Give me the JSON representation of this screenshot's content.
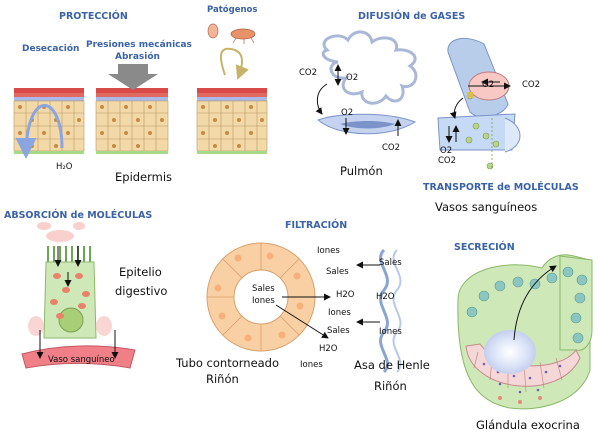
{
  "headings": {
    "proteccion": "PROTECCIÓN",
    "patogenos": "Patógenos",
    "difusion": "DIFUSIÓN de GASES",
    "transporte": "TRANSPORTE de MOLÉCULAS",
    "absorcion": "ABSORCIÓN de MOLÉCULAS",
    "filtracion": "FILTRACIÓN",
    "secrecion": "SECRECIÓN"
  },
  "proteccion": {
    "desecacion": "Desecación",
    "presiones": "Presiones mecánicas",
    "abrasion": "Abrasión",
    "h2o": "H₂O",
    "epidermis": "Epidermis"
  },
  "difusion": {
    "co2_left": "CO2",
    "o2_left": "O2",
    "o2_mid": "O2",
    "co2_mid": "CO2",
    "pulmon": "Pulmón",
    "o2_right": "O2",
    "co2_right": "CO2",
    "o2_small": "O2",
    "co2_small": "CO2",
    "vasos": "Vasos sanguíneos"
  },
  "absorcion": {
    "epitelio": "Epitelio",
    "digestivo": "digestivo",
    "vaso": "Vaso sanguíneo"
  },
  "filtracion": {
    "sales_in": "Sales",
    "iones_in": "Iones",
    "iones_1": "Iones",
    "sales_1": "Sales",
    "h2o_1": "H2O",
    "iones_2": "Iones",
    "sales_2": "Sales",
    "h2o_2": "H2O",
    "iones_3": "Iones",
    "asa_sales": "Sales",
    "asa_h2o": "H2O",
    "asa_iones": "Iones",
    "tubo": "Tubo contorneado",
    "rinon_left": "Riñón",
    "asa": "Asa de Henle",
    "rinon_right": "Riñón"
  },
  "secrecion": {
    "glandula": "Glándula exocrina"
  },
  "colors": {
    "heading": "#3a62a8",
    "cell": "#f3d9a8",
    "nucleus": "#c68a45",
    "keratin": "#d84a48",
    "vessel": "#f07f88",
    "gland": "#cfe8b8"
  }
}
